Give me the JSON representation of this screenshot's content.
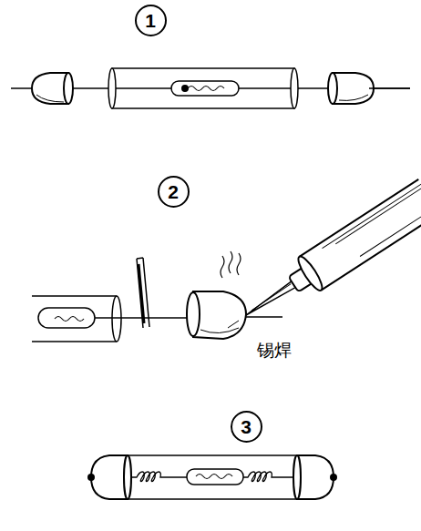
{
  "diagram": {
    "nodes": [
      {
        "text": [
          "1"
        ]
      },
      {
        "text": [
          "2"
        ]
      },
      {
        "text": [
          "3"
        ]
      }
    ],
    "labels": [
      "锡焊"
    ]
  }
}
